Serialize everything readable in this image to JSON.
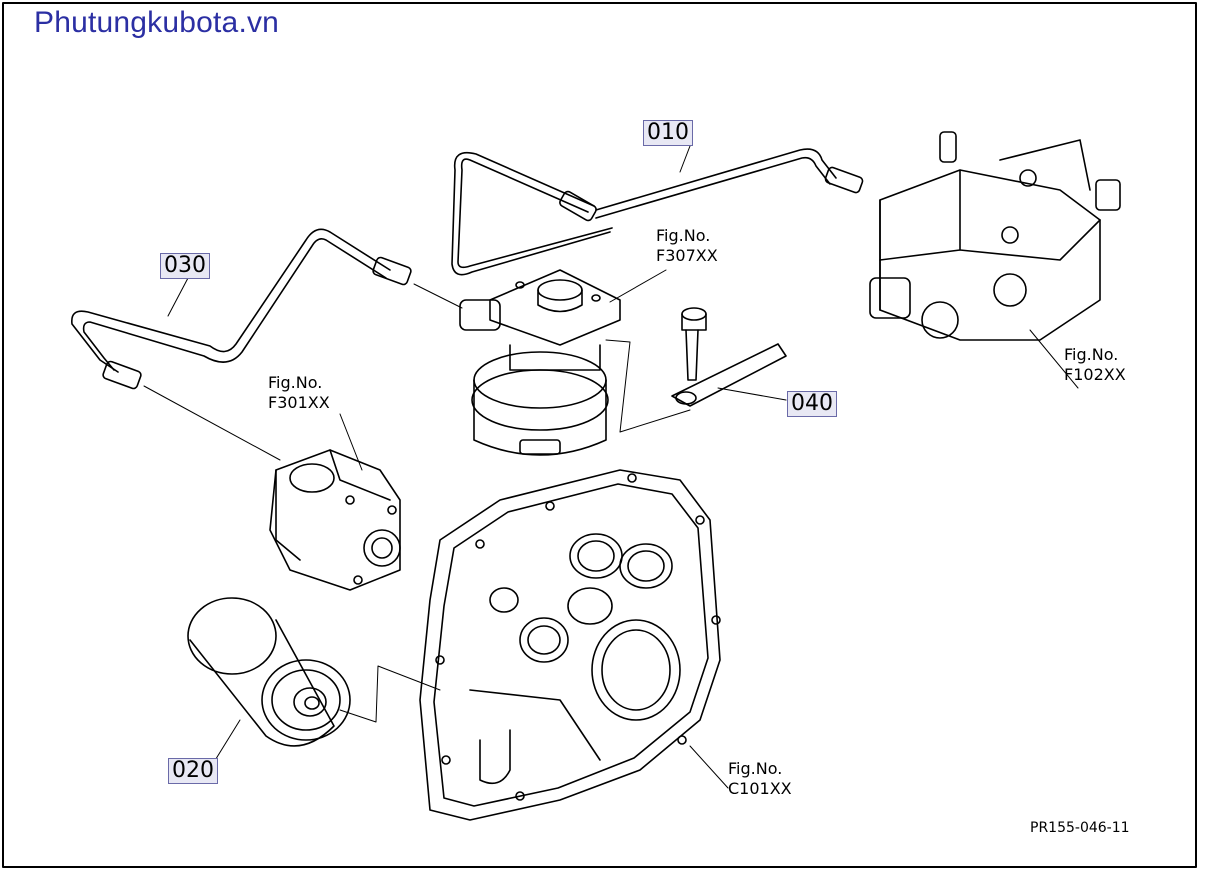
{
  "brand": "Phutungkubota.vn",
  "part_labels": {
    "p010": "010",
    "p020": "020",
    "p030": "030",
    "p040": "040"
  },
  "fig_refs": {
    "f307": {
      "line1": "Fig.No.",
      "line2": "F307XX"
    },
    "f301": {
      "line1": "Fig.No.",
      "line2": "F301XX"
    },
    "f102": {
      "line1": "Fig.No.",
      "line2": "F102XX"
    },
    "c101": {
      "line1": "Fig.No.",
      "line2": "C101XX"
    }
  },
  "drawing_id": "PR155-046-11"
}
